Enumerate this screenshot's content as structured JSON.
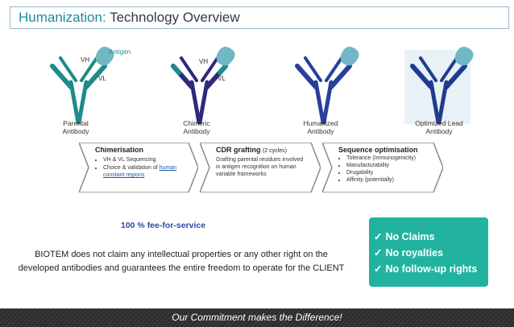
{
  "header": {
    "title_accent": "Humanization:",
    "title_main": "Technology Overview"
  },
  "antibodies": {
    "parental": {
      "label": "Parental\nAntibody",
      "vh": "VH",
      "vl": "VL",
      "antigen": "Antigen"
    },
    "chimeric": {
      "label": "Chimeric\nAntibody",
      "vh": "VH",
      "vl": "VL"
    },
    "humanized": {
      "label": "Humanized\nAntibody"
    },
    "optimized": {
      "label": "Optimized Lead\nAntibody"
    }
  },
  "steps": [
    {
      "title": "Chimerisation",
      "bullets": [
        "VH & VL Sequencing",
        "Choice & validation of "
      ],
      "link": "human constant regions"
    },
    {
      "title": "CDR grafting",
      "title_small": "(2 cycles)",
      "text": "Grafting parental residues involved in antigen recognition on human variable frameworks"
    },
    {
      "title": "Sequence optimisation",
      "bullets": [
        "Tolerance (Immunogenicity)",
        "Manufacturability",
        "Drugability",
        "Affinity (potentially)"
      ]
    }
  ],
  "fee": "100 % fee-for-service",
  "claim": "BIOTEM does not claim any intellectual properties or any other right on the developed antibodies and guarantees the entire freedom to operate for the CLIENT",
  "benefits": [
    "No Claims",
    "No royalties",
    "No follow-up rights"
  ],
  "footer": "Our Commitment makes the Difference!",
  "colors": {
    "teal": "#1f8a8a",
    "navy": "#2c2a7a",
    "blue": "#2a3f9a",
    "antigen": "#6fb8c4",
    "green_box": "#22b3a0"
  }
}
